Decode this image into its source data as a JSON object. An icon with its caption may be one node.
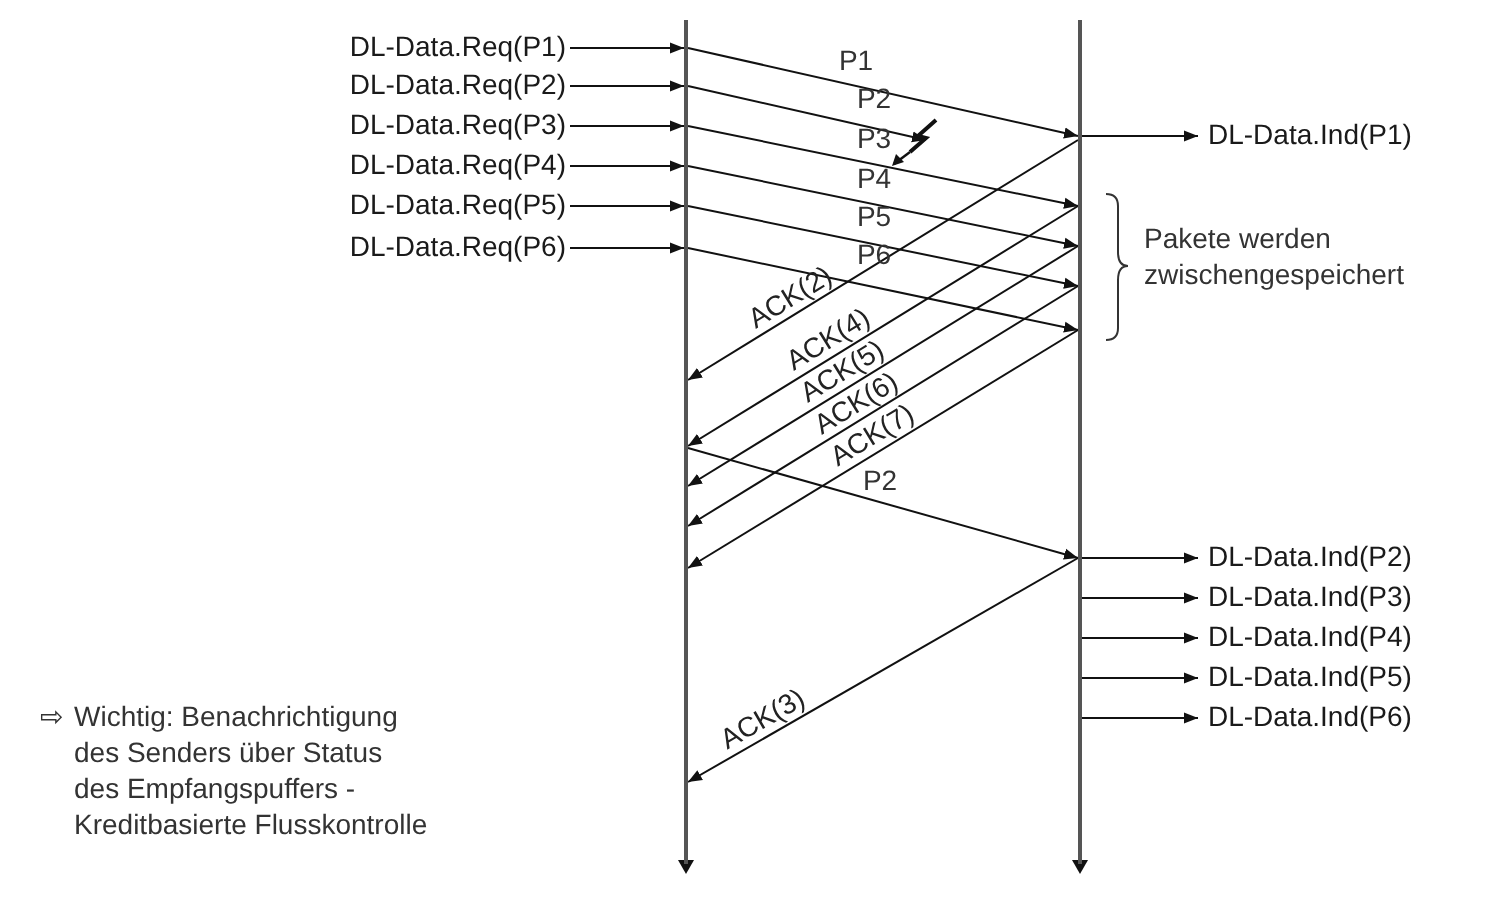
{
  "diagram": {
    "nodes": [
      {
        "text": [
          "DL-Data.Req(P1)"
        ]
      },
      {
        "text": [
          "DL-Data.Req(P2)"
        ]
      },
      {
        "text": [
          "DL-Data.Req(P3)"
        ]
      },
      {
        "text": [
          "DL-Data.Req(P4)"
        ]
      },
      {
        "text": [
          "DL-Data.Req(P5)"
        ]
      },
      {
        "text": [
          "DL-Data.Req(P6)"
        ]
      },
      {
        "text": [],
        "shape": "bar"
      },
      {
        "text": [],
        "shape": "bar"
      },
      {
        "text": [
          "DL-Data.Ind(P1)"
        ]
      },
      {
        "text": [
          "DL-Data.Ind(P2)"
        ]
      },
      {
        "text": [
          "DL-Data.Ind(P3)"
        ]
      },
      {
        "text": [
          "DL-Data.Ind(P4)"
        ]
      },
      {
        "text": [
          "DL-Data.Ind(P5)"
        ]
      },
      {
        "text": [
          "DL-Data.Ind(P6)"
        ]
      }
    ],
    "edges": [
      {
        "from": 0,
        "to": 6,
        "arrow": "to"
      },
      {
        "from": 1,
        "to": 6,
        "arrow": "to"
      },
      {
        "from": 2,
        "to": 6,
        "arrow": "to"
      },
      {
        "from": 3,
        "to": 6,
        "arrow": "to"
      },
      {
        "from": 4,
        "to": 6,
        "arrow": "to"
      },
      {
        "from": 5,
        "to": 6,
        "arrow": "to"
      },
      {
        "from": 6,
        "to": 7,
        "arrow": "to",
        "label": "P1"
      },
      {
        "from": 6,
        "to": null,
        "arrow": "to",
        "label": "P2"
      },
      {
        "from": 6,
        "to": 7,
        "arrow": "to",
        "label": "P3"
      },
      {
        "from": 6,
        "to": 7,
        "arrow": "to",
        "label": "P4"
      },
      {
        "from": 6,
        "to": 7,
        "arrow": "to",
        "label": "P5"
      },
      {
        "from": 6,
        "to": 7,
        "arrow": "to",
        "label": "P6"
      },
      {
        "from": 7,
        "to": 6,
        "arrow": "to",
        "label": "ACK(2)"
      },
      {
        "from": 7,
        "to": 6,
        "arrow": "to",
        "label": "ACK(4)"
      },
      {
        "from": 7,
        "to": 6,
        "arrow": "to",
        "label": "ACK(5)"
      },
      {
        "from": 7,
        "to": 6,
        "arrow": "to",
        "label": "ACK(6)"
      },
      {
        "from": 7,
        "to": 6,
        "arrow": "to",
        "label": "ACK(7)"
      },
      {
        "from": 6,
        "to": 7,
        "arrow": "to",
        "label": "P2"
      },
      {
        "from": 7,
        "to": 6,
        "arrow": "to",
        "label": "ACK(3)"
      },
      {
        "from": 7,
        "to": 8,
        "arrow": "to"
      },
      {
        "from": 7,
        "to": 9,
        "arrow": "to"
      },
      {
        "from": 7,
        "to": 10,
        "arrow": "to"
      },
      {
        "from": 7,
        "to": 11,
        "arrow": "to"
      },
      {
        "from": 7,
        "to": 12,
        "arrow": "to"
      },
      {
        "from": 7,
        "to": 13,
        "arrow": "to"
      }
    ],
    "labels": [
      "Pakete werden zwischengespeichert",
      "⇨",
      "Wichtig: Benachrichtigung des Senders über Status des Empfangspuffers - Kreditbasierte Flusskontrolle"
    ]
  }
}
